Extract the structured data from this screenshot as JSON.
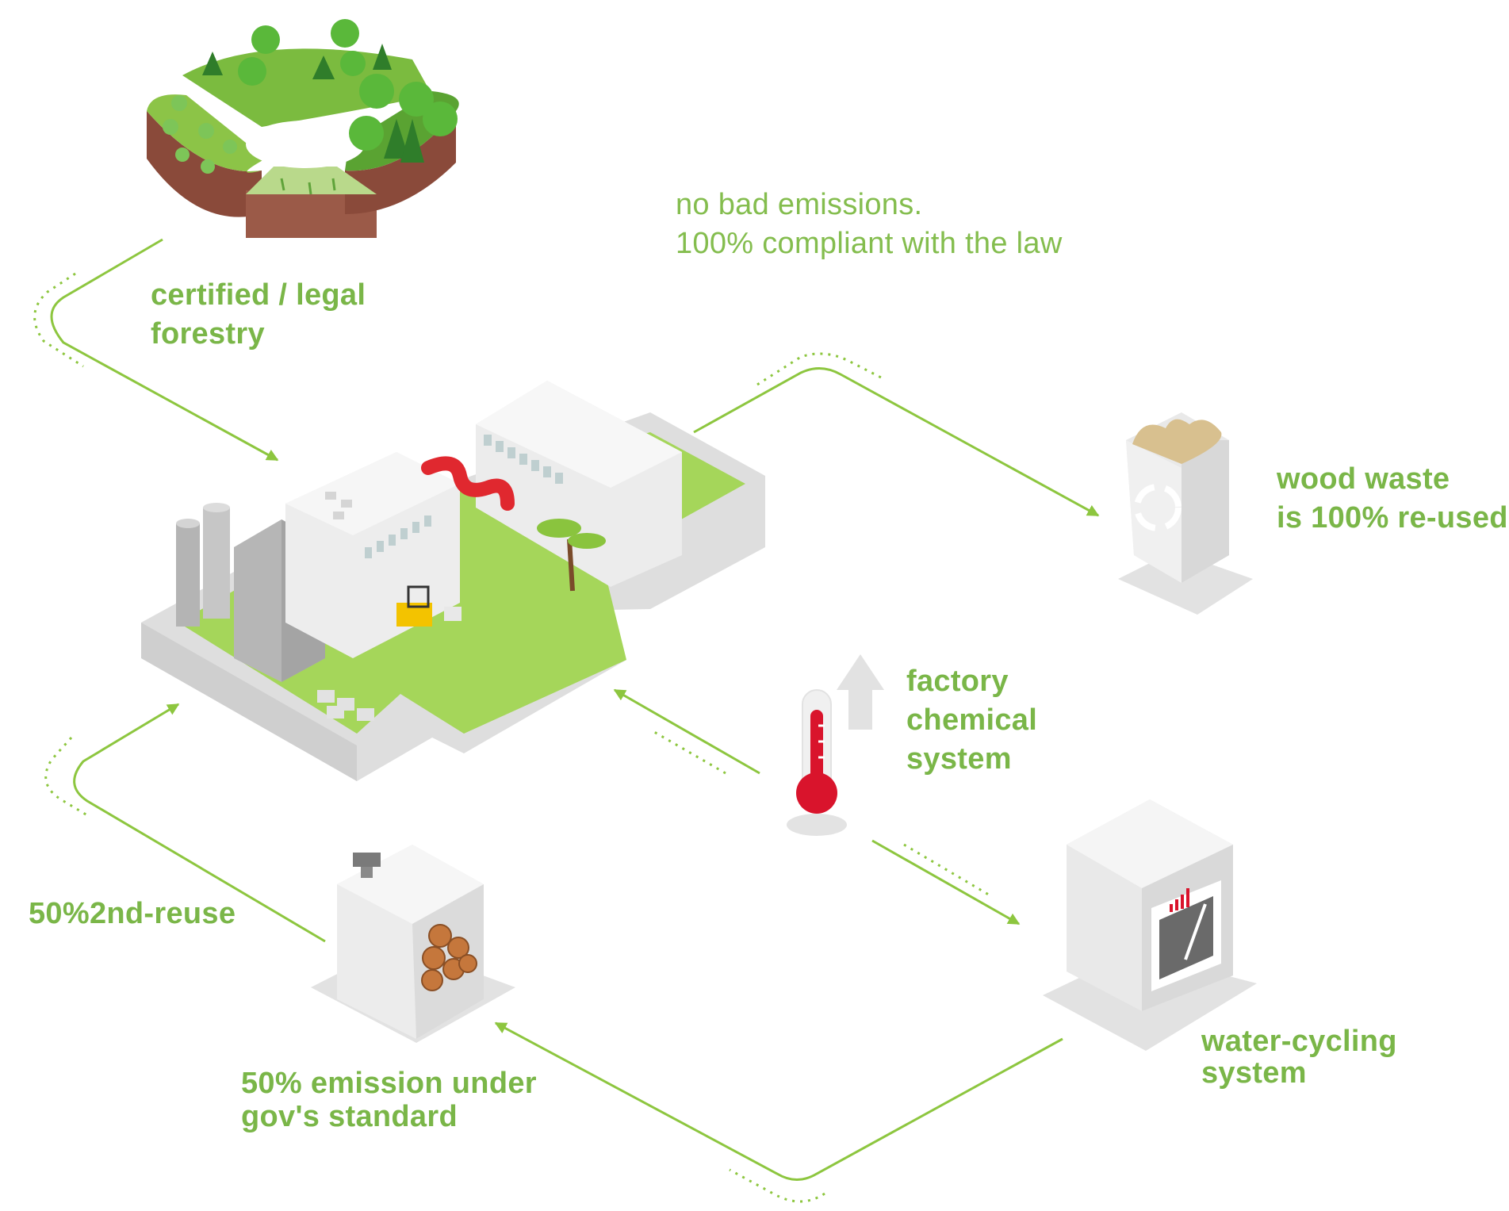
{
  "labels": {
    "forestry": [
      "certified  / legal",
      "forestry"
    ],
    "emissions": [
      "no bad emissions.",
      "100% compliant with the law"
    ],
    "wood_waste": [
      "wood waste",
      "is 100% re-used"
    ],
    "chemical": [
      "factory",
      "chemical",
      "system"
    ],
    "reuse": [
      "50%2nd-reuse"
    ],
    "emission_standard": [
      "50% emission under",
      "gov's standard"
    ],
    "water": [
      "water-cycling",
      "system"
    ]
  },
  "colors": {
    "accent_green": "#8dc63f",
    "text_green": "#7ab648",
    "lawn_green": "#a5d65a",
    "building_grey": "#e6e6e6",
    "thermometer_red": "#d9142c",
    "forest_dark": "#3d8f2b"
  },
  "icons": [
    "forest-ring-icon",
    "factory-icon",
    "recycle-bin-icon",
    "thermometer-icon",
    "up-arrow-icon",
    "water-machine-icon",
    "log-furnace-icon"
  ]
}
